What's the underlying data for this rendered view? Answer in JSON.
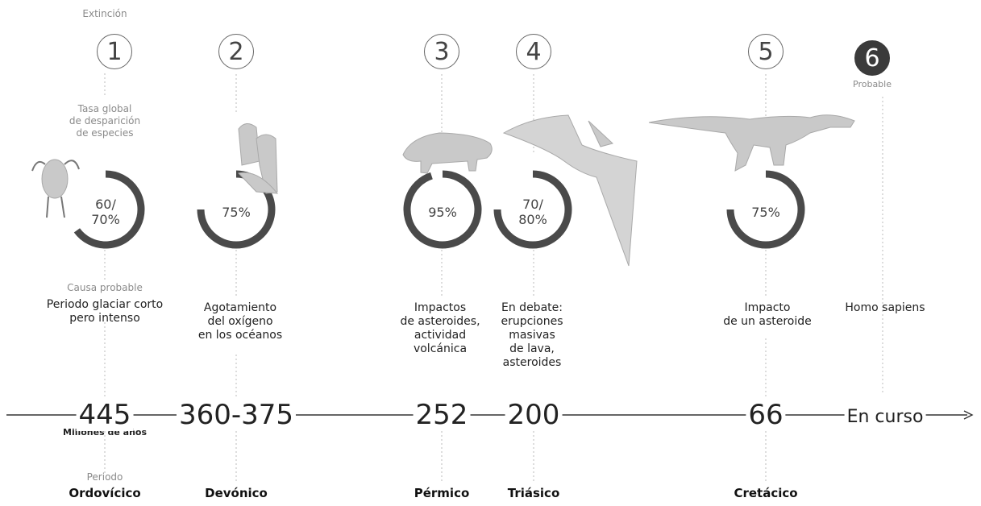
{
  "header": {
    "extinction_label": "Extinción",
    "rate_label": [
      "Tasa global",
      "de desparición",
      "de especies"
    ],
    "cause_label": "Causa probable",
    "period_label": "Periodo",
    "probable_label": "Probable",
    "unit_label": "Millones de años"
  },
  "events": [
    {
      "number": "1",
      "percent": [
        "60/",
        "70%"
      ],
      "rate": 0.65,
      "cause": [
        "Periodo glaciar corto",
        "pero intenso"
      ],
      "year": "445",
      "period": "Ordovícico"
    },
    {
      "number": "2",
      "percent": [
        "75%"
      ],
      "rate": 0.75,
      "cause": [
        "Agotamiento",
        "del oxígeno",
        "en los océanos"
      ],
      "year": "360-375",
      "period": "Devónico"
    },
    {
      "number": "3",
      "percent": [
        "95%"
      ],
      "rate": 0.95,
      "cause": [
        "Impactos",
        "de asteroides,",
        "actividad",
        "volcánica"
      ],
      "year": "252",
      "period": "Pérmico"
    },
    {
      "number": "4",
      "percent": [
        "70/",
        "80%"
      ],
      "rate": 0.75,
      "cause": [
        "En debate:",
        "erupciones",
        "masivas",
        "de lava,",
        "asteroides"
      ],
      "year": "200",
      "period": "Triásico"
    },
    {
      "number": "5",
      "percent": [
        "75%"
      ],
      "rate": 0.75,
      "cause": [
        "Impacto",
        "de un asteroide"
      ],
      "year": "66",
      "period": "Cretácico"
    },
    {
      "number": "6",
      "cause": [
        "Homo sapiens"
      ],
      "year": "En curso"
    }
  ],
  "colors": {
    "ring": "#4a4a4a",
    "track": "#ffffff",
    "line": "#333333",
    "dark_badge": "#3b3b3b"
  }
}
